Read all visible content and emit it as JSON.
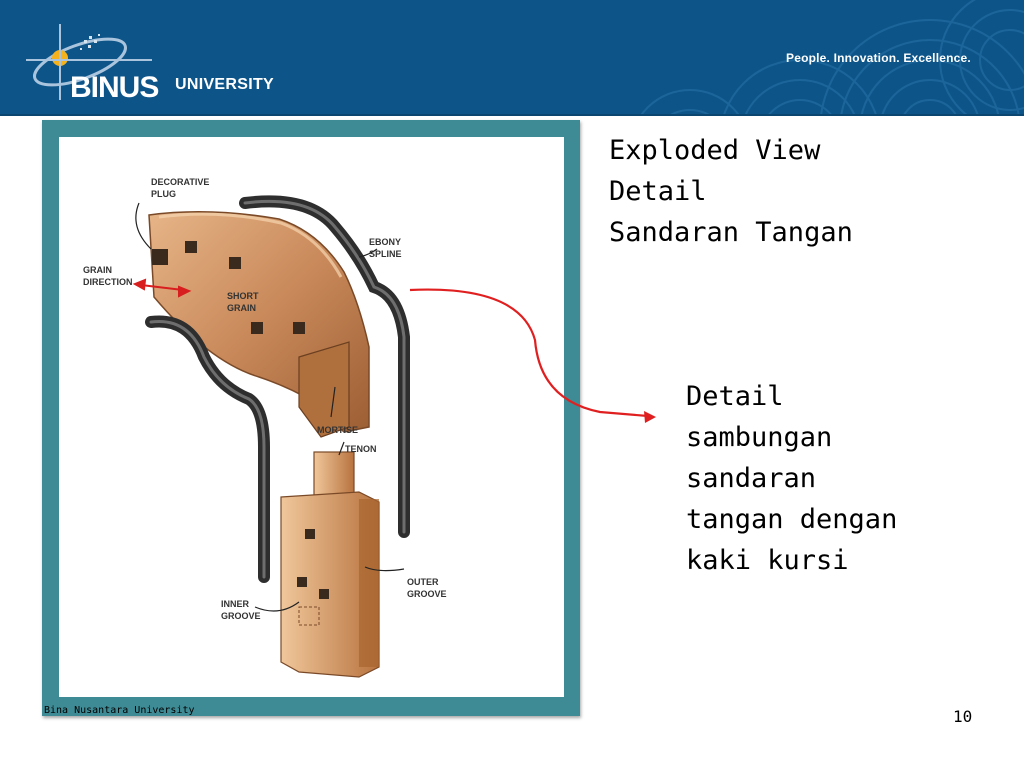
{
  "header": {
    "logo_primary": "BINUS",
    "logo_secondary": "UNIVERSITY",
    "tagline": "People. Innovation. Excellence."
  },
  "slide": {
    "title_lines": [
      "Exploded View",
      "Detail",
      "Sandaran Tangan"
    ],
    "body_lines": [
      "Detail",
      "sambungan",
      "sandaran",
      "tangan dengan",
      "kaki kursi"
    ],
    "footer": "Bina Nusantara University",
    "page_number": "10"
  },
  "diagram_labels": {
    "decorative_plug_1": "DECORATIVE",
    "decorative_plug_2": "PLUG",
    "grain_direction_1": "GRAIN",
    "grain_direction_2": "DIRECTION",
    "ebony_spline_1": "EBONY",
    "ebony_spline_2": "SPLINE",
    "short_grain_1": "SHORT",
    "short_grain_2": "GRAIN",
    "mortise": "MORTISE",
    "tenon": "TENON",
    "outer_groove_1": "OUTER",
    "outer_groove_2": "GROOVE",
    "inner_groove_1": "INNER",
    "inner_groove_2": "GROOVE"
  },
  "colors": {
    "header_bg": "#0d5589",
    "frame": "#3e8b95",
    "callout_arrow": "#e02020",
    "logo_sun": "#f6b21a"
  }
}
